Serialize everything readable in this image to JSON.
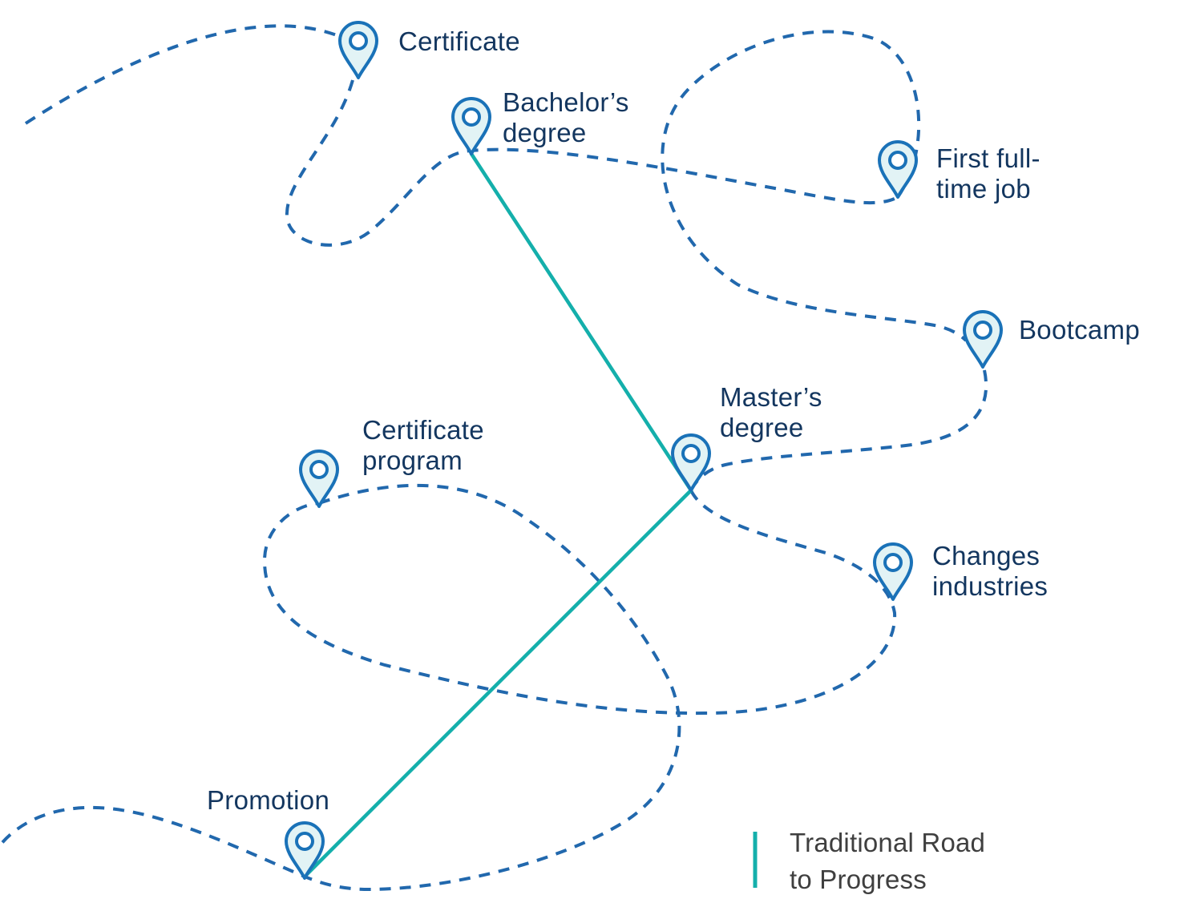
{
  "colors": {
    "dashed_path": "#2168ad",
    "traditional_road": "#14afab",
    "pin_stroke": "#1a72b8",
    "pin_fill": "#e2f3f5",
    "label_text": "#13365f",
    "legend_text": "#3f3f3f"
  },
  "milestones": {
    "certificate": {
      "line1": "Certificate"
    },
    "bachelors": {
      "line1": "Bachelor’s",
      "line2": "degree"
    },
    "first_job": {
      "line1": "First full-",
      "line2": "time job"
    },
    "bootcamp": {
      "line1": "Bootcamp"
    },
    "masters": {
      "line1": "Master’s",
      "line2": "degree"
    },
    "cert_program": {
      "line1": "Certificate",
      "line2": "program"
    },
    "changes": {
      "line1": "Changes",
      "line2": "industries"
    },
    "promotion": {
      "line1": "Promotion"
    }
  },
  "legend": {
    "line1": "Traditional Road",
    "line2": "to Progress"
  },
  "icons": {
    "pin": "map-pin-icon"
  }
}
